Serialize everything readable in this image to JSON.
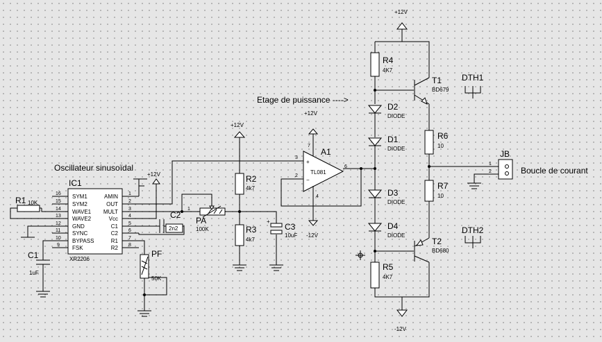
{
  "labels": {
    "oscillator": "Oscillateur sinusoïdal",
    "power_stage": "Etage de puissance ---->",
    "current_loop": "Boucle de courant"
  },
  "supplies": {
    "plus12": "+12V",
    "minus12": "-12V"
  },
  "ic1": {
    "ref": "IC1",
    "value": "XR2206",
    "left_pins": [
      {
        "num": "16",
        "name": "SYM1"
      },
      {
        "num": "15",
        "name": "SYM2"
      },
      {
        "num": "14",
        "name": "WAVE1"
      },
      {
        "num": "13",
        "name": "WAVE2"
      },
      {
        "num": "12",
        "name": "GND"
      },
      {
        "num": "11",
        "name": "SYNC"
      },
      {
        "num": "10",
        "name": "BYPASS"
      },
      {
        "num": "9",
        "name": "FSK"
      }
    ],
    "right_pins": [
      {
        "num": "1",
        "name": "AMIN"
      },
      {
        "num": "2",
        "name": "OUT"
      },
      {
        "num": "3",
        "name": "MULT"
      },
      {
        "num": "4",
        "name": "Vcc"
      },
      {
        "num": "5",
        "name": "C1"
      },
      {
        "num": "6",
        "name": "C2"
      },
      {
        "num": "7",
        "name": "R1"
      },
      {
        "num": "8",
        "name": "R2"
      }
    ]
  },
  "a1": {
    "ref": "A1",
    "value": "TL081",
    "pin_plus": "3",
    "pin_minus": "2",
    "pin_out": "6",
    "pin_vplus": "7",
    "pin_vminus": "4",
    "plus_sign": "+",
    "minus_sign": "−"
  },
  "components": {
    "r1": {
      "ref": "R1",
      "value": "10K"
    },
    "c1": {
      "ref": "C1",
      "value": "1uF"
    },
    "c2": {
      "ref": "C2",
      "value": "2n2"
    },
    "pa": {
      "ref": "PA",
      "value": "100K",
      "pin": "1"
    },
    "pf": {
      "ref": "PF",
      "value": "50K"
    },
    "r2": {
      "ref": "R2",
      "value": "4k7"
    },
    "r3": {
      "ref": "R3",
      "value": "4k7"
    },
    "c3": {
      "ref": "C3",
      "value": "10uF"
    },
    "r4": {
      "ref": "R4",
      "value": "4K7"
    },
    "r5": {
      "ref": "R5",
      "value": "4K7"
    },
    "d1": {
      "ref": "D1",
      "value": "DIODE"
    },
    "d2": {
      "ref": "D2",
      "value": "DIODE"
    },
    "d3": {
      "ref": "D3",
      "value": "DIODE"
    },
    "d4": {
      "ref": "D4",
      "value": "DIODE"
    },
    "t1": {
      "ref": "T1",
      "value": "BD679"
    },
    "t2": {
      "ref": "T2",
      "value": "BD680"
    },
    "r6": {
      "ref": "R6",
      "value": "10"
    },
    "r7": {
      "ref": "R7",
      "value": "10"
    },
    "jb": {
      "ref": "JB",
      "pin1": "1",
      "pin2": "2"
    },
    "dth1": {
      "ref": "DTH1"
    },
    "dth2": {
      "ref": "DTH2"
    }
  }
}
